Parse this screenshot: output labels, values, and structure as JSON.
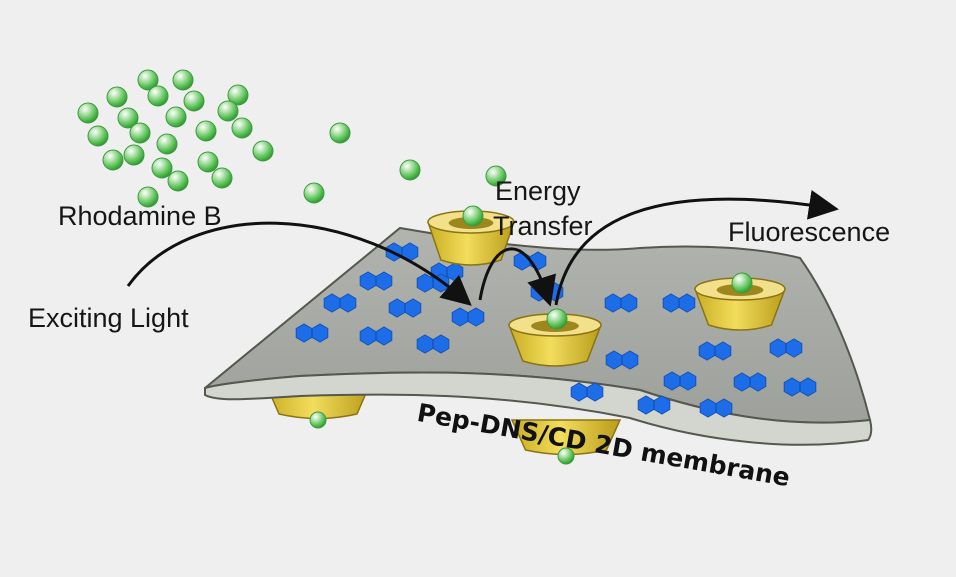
{
  "labels": {
    "rhodamine": "Rhodamine B",
    "exciting_light": "Exciting Light",
    "energy_line1": "Energy",
    "energy_line2": "Transfer",
    "fluorescence": "Fluorescence",
    "membrane": "Pep-DNS/CD 2D membrane"
  },
  "colors": {
    "background": "#efefef",
    "membrane_top": "#a7aaa4",
    "membrane_edge": "#d3d5cf",
    "dansyl_blue": "#1e6de8",
    "cyclodextrin_gold": "#e3cb3c",
    "rhodamine_green": "#5cc25a",
    "arrow": "#111111"
  }
}
